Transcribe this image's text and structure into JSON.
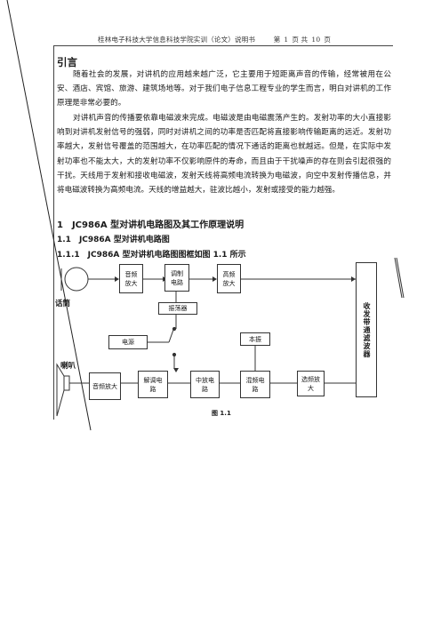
{
  "header": {
    "school": "桂林电子科技大学信息科技学院实训（论文）说明书",
    "page_prefix": "第",
    "page_num": "1",
    "page_mid": "页  共",
    "page_total": "10",
    "page_suffix": "页"
  },
  "intro": {
    "title": "引言",
    "p1": "随着社会的发展，对讲机的应用越来越广泛，它主要用于短距离声音的传输，经常被用在公安、酒店、宾馆、旅游、建筑场地等。对于我们电子信息工程专业的学生而言，明白对讲机的工作原理是非常必要的。",
    "p2": "对讲机声音的传播要依靠电磁波来完成。电磁波是由电磁震荡产生的。发射功率的大小直接影响到对讲机发射信号的强弱，同时对讲机之间的功率是否匹配将直接影响传输距离的远近。发射功率越大，发射信号覆盖的范围越大，在功率匹配的情况下通话的距离也就越远。但是，在实际中发射功率也不能太大，大的发射功率不仅影响原件的寿命，而且由于干扰噪声的存在则会引起很强的干扰。天线用于发射和接收电磁波，发射天线将高频电流转换为电磁波，向空中发射传播信息，并将电磁波转换为高频电流。天线的增益越大，驻波比越小，发射或接受的能力越强。"
  },
  "sections": {
    "s1": "1　JC986A 型对讲机电路图及其工作原理说明",
    "s11": "1.1　JC986A 型对讲机电路图",
    "s111": "1.1.1　JC986A 型对讲机电路图图框如图 1.1 所示"
  },
  "diagram": {
    "mic_label": "话筒",
    "speaker_label": "喇叭",
    "blocks": {
      "audio_amp_tx": "音频放大",
      "modulator": "调制电路",
      "rf_amp": "高频放大",
      "oscillator": "振荡器",
      "power": "电源",
      "local_osc": "本振",
      "tx_rx_filter": "收发带通滤波器",
      "audio_amp_rx": "音频放大",
      "demodulator": "解调电路",
      "if_circuit": "中放电路",
      "mixer": "混频电路",
      "sel_amp": "选频放大"
    },
    "caption": "图 1.1"
  }
}
